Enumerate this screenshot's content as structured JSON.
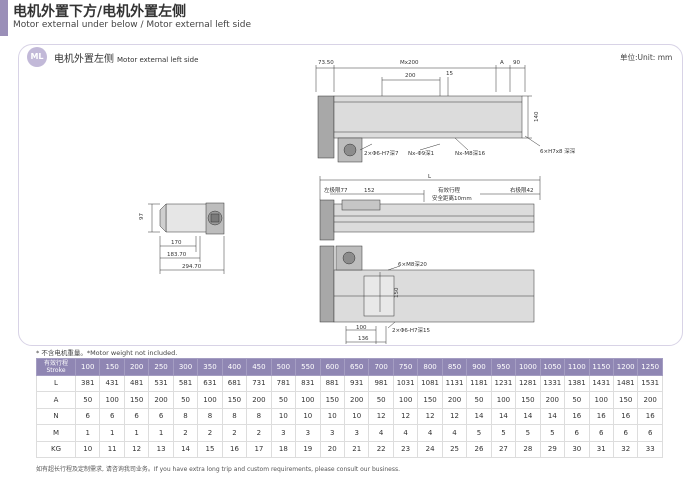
{
  "header": {
    "title": "电机外置下方/电机外置左侧",
    "subtitle": "Motor external under below / Motor external left side"
  },
  "section": {
    "badge": "ML",
    "title_cn": "电机外置左侧",
    "title_en": "Motor external left side",
    "unit": "单位:Unit: mm"
  },
  "drawing": {
    "side_view": {
      "dim_97": "97",
      "dim_170": "170",
      "dim_183": "183.70",
      "dim_294": "294.70"
    },
    "top_view": {
      "dim_73": "73.50",
      "dim_mx": "Mx200",
      "dim_a": "A",
      "dim_90": "90",
      "dim_200": "200",
      "dim_15": "15",
      "dim_140": "140",
      "hole1": "2×Φ6-H7深7",
      "hole2": "Nx-Φ9深1",
      "hole3": "Nx-M8深16",
      "hole4": "6×H7x8 深深"
    },
    "mid_view": {
      "dim_l": "L",
      "stroke_label": "有效行程",
      "safety_label": "安全距离10mm",
      "left_limit": "左极限77",
      "right_limit": "右极限42",
      "dim_152": "152"
    },
    "bottom_view": {
      "hole_m8": "6×M8深20",
      "dim_150": "150",
      "dim_100": "100",
      "hole_h7": "2×Φ6-H7深15",
      "dim_136": "136"
    }
  },
  "note": "* 不含电机重量。*Motor weight not included.",
  "table": {
    "header_label_cn": "有效行程",
    "header_label_en": "Stroke",
    "strokes": [
      "100",
      "150",
      "200",
      "250",
      "300",
      "350",
      "400",
      "450",
      "500",
      "550",
      "600",
      "650",
      "700",
      "750",
      "800",
      "850",
      "900",
      "950",
      "1000",
      "1050",
      "1100",
      "1150",
      "1200",
      "1250"
    ],
    "rows": [
      {
        "label": "L",
        "values": [
          "381",
          "431",
          "481",
          "531",
          "581",
          "631",
          "681",
          "731",
          "781",
          "831",
          "881",
          "931",
          "981",
          "1031",
          "1081",
          "1131",
          "1181",
          "1231",
          "1281",
          "1331",
          "1381",
          "1431",
          "1481",
          "1531"
        ]
      },
      {
        "label": "A",
        "values": [
          "50",
          "100",
          "150",
          "200",
          "50",
          "100",
          "150",
          "200",
          "50",
          "100",
          "150",
          "200",
          "50",
          "100",
          "150",
          "200",
          "50",
          "100",
          "150",
          "200",
          "50",
          "100",
          "150",
          "200"
        ]
      },
      {
        "label": "N",
        "values": [
          "6",
          "6",
          "6",
          "6",
          "8",
          "8",
          "8",
          "8",
          "10",
          "10",
          "10",
          "10",
          "12",
          "12",
          "12",
          "12",
          "14",
          "14",
          "14",
          "14",
          "16",
          "16",
          "16",
          "16"
        ]
      },
      {
        "label": "M",
        "values": [
          "1",
          "1",
          "1",
          "1",
          "2",
          "2",
          "2",
          "2",
          "3",
          "3",
          "3",
          "3",
          "4",
          "4",
          "4",
          "4",
          "5",
          "5",
          "5",
          "5",
          "6",
          "6",
          "6",
          "6"
        ]
      },
      {
        "label": "KG",
        "values": [
          "10",
          "11",
          "12",
          "13",
          "14",
          "15",
          "16",
          "17",
          "18",
          "19",
          "20",
          "21",
          "22",
          "23",
          "24",
          "25",
          "26",
          "27",
          "28",
          "29",
          "30",
          "31",
          "32",
          "33"
        ]
      }
    ]
  },
  "footer": "如有超长行程及定制需求, 请咨询我司业务。If you have extra long trip and custom requirements, please consult our business.",
  "colors": {
    "accent": "#8f86b3",
    "badge": "#c2b9d8",
    "body_fill": "#d9d9d9",
    "line": "#333333"
  }
}
